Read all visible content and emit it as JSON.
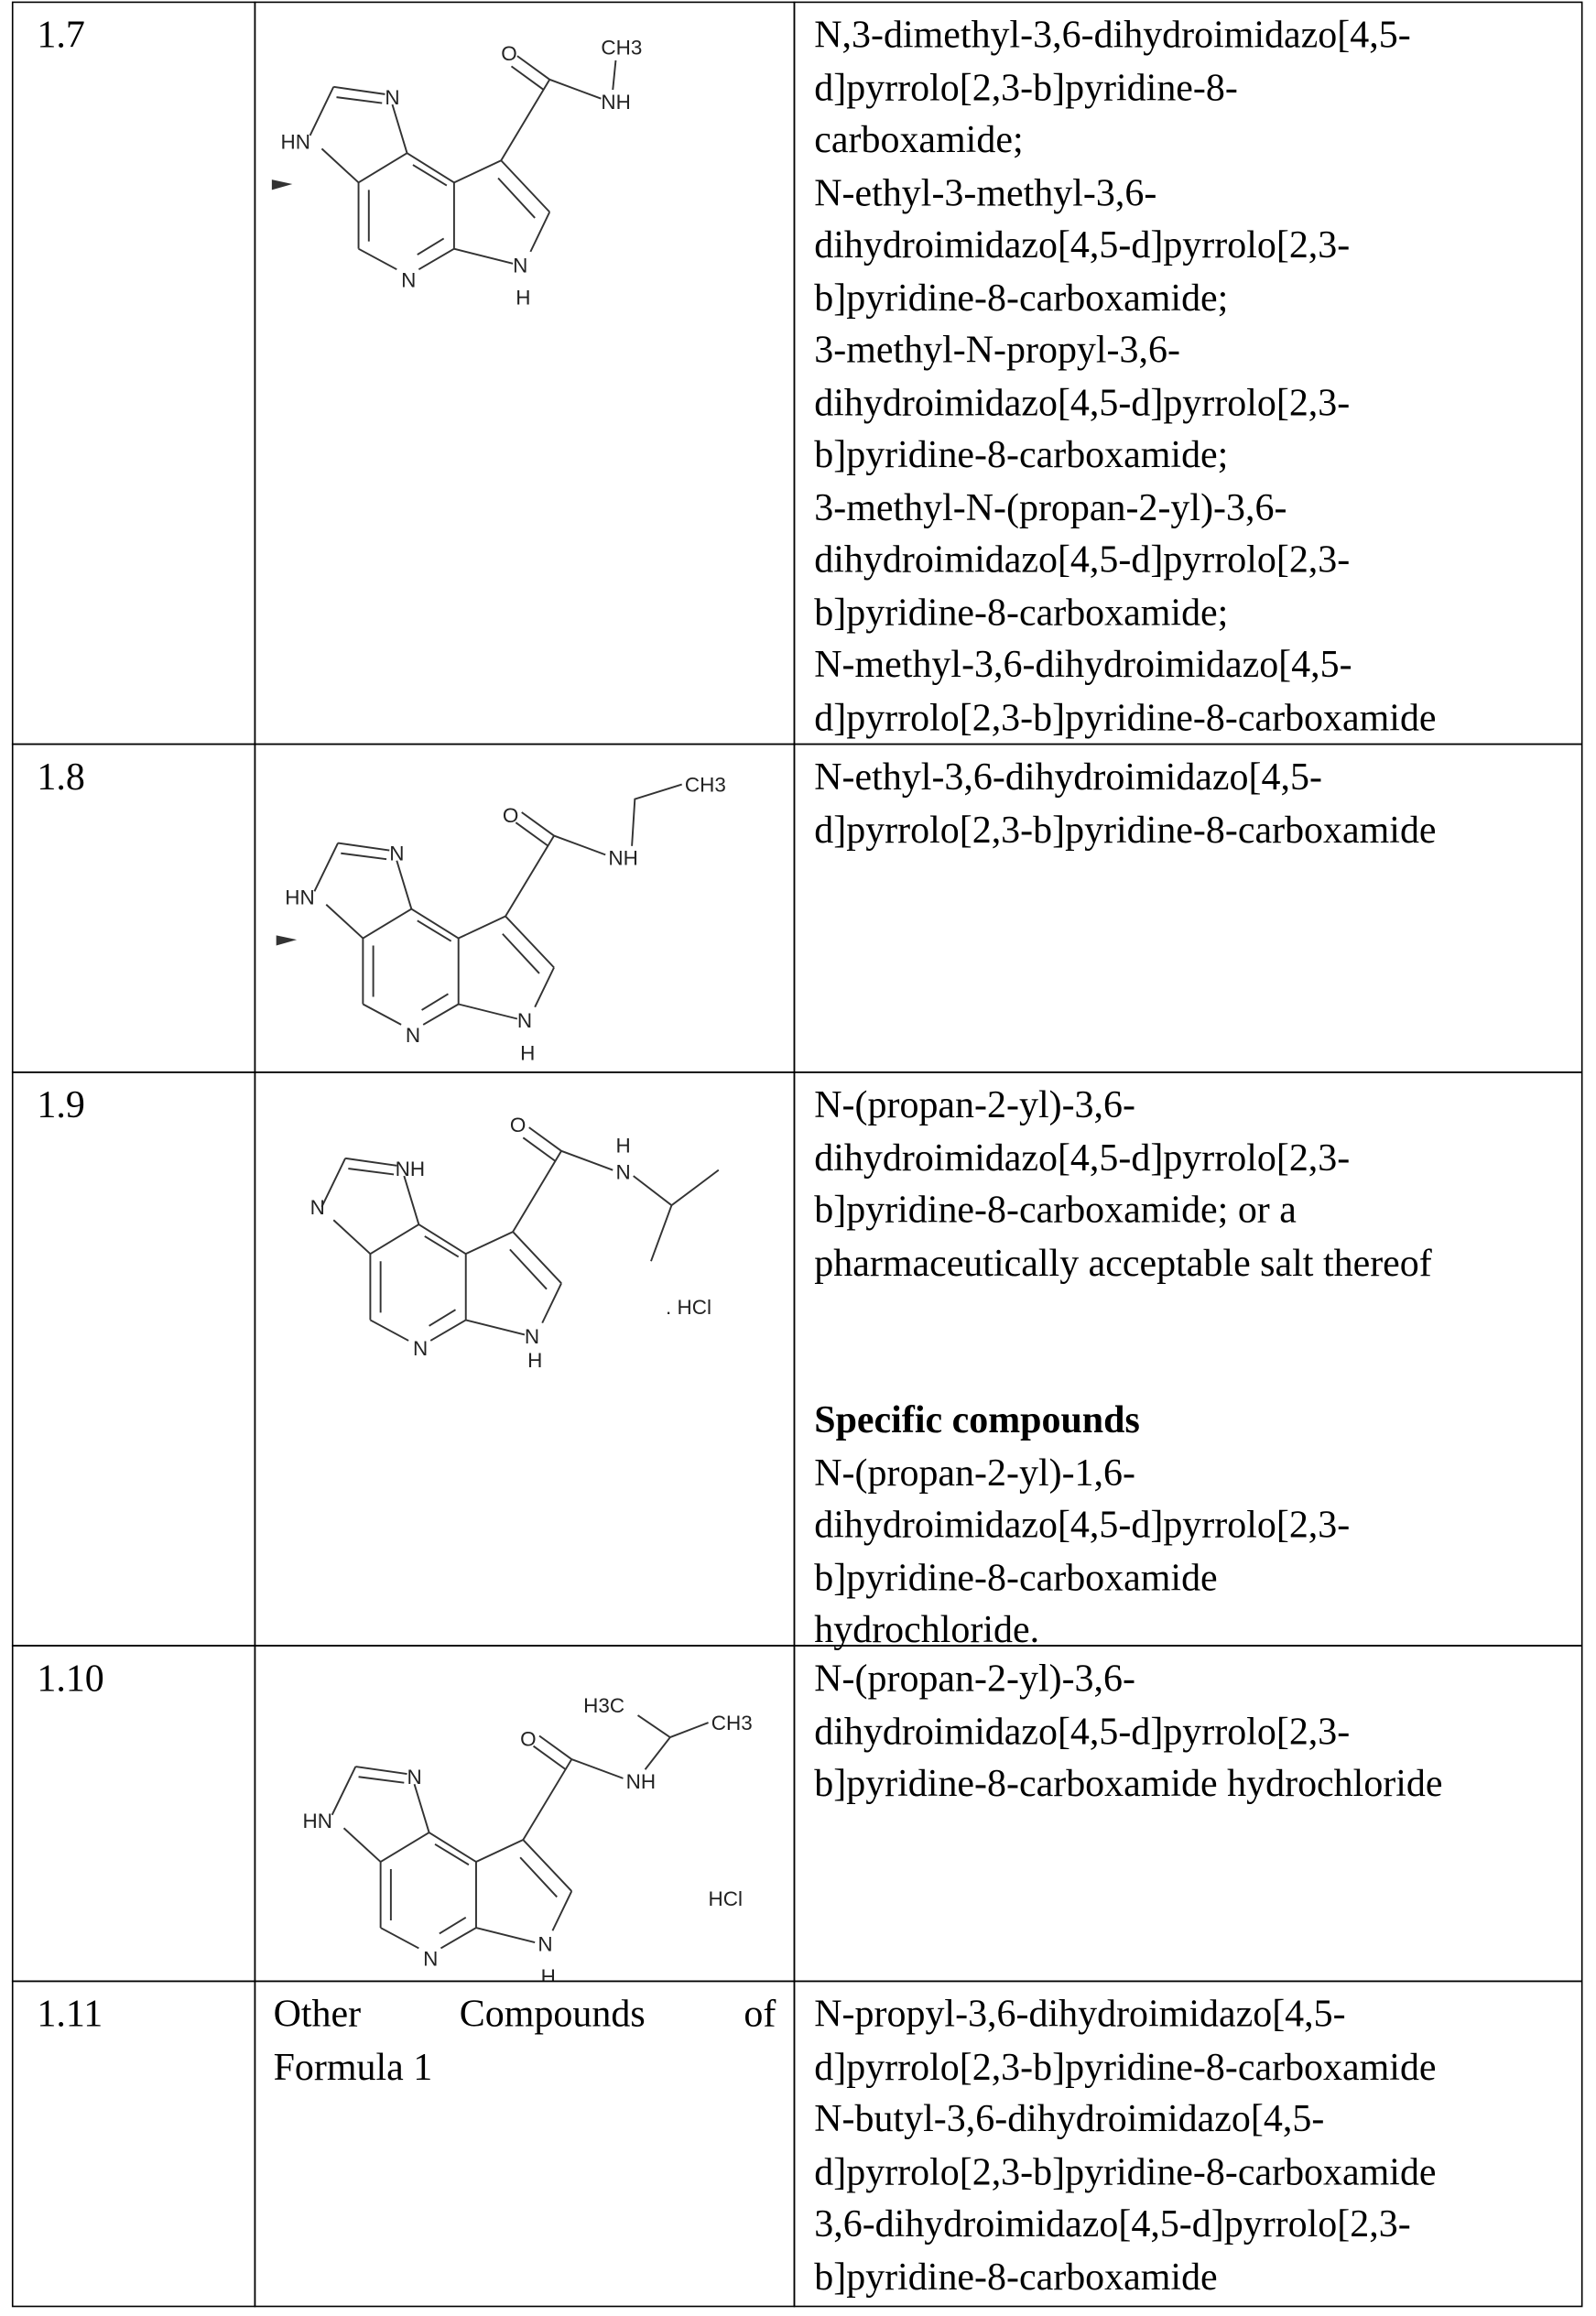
{
  "rows": [
    {
      "id": "1.7",
      "structure": {
        "hn": "HN",
        "n_imid": "N",
        "n_pyr": "N",
        "n_pyrrole": "N",
        "h_pyrrole": "H",
        "o": "O",
        "nh": "NH",
        "ch3": "CH3"
      },
      "names": [
        {
          "text": "N,3-dimethyl-3,6-dihydroimidazo[4,5-"
        },
        {
          "text": "d]pyrrolo[2,3-b]pyridine-8-"
        },
        {
          "text": "carboxamide;"
        },
        {
          "text": "N-ethyl-3-methyl-3,6-"
        },
        {
          "text": "dihydroimidazo[4,5-d]pyrrolo[2,3-"
        },
        {
          "text": "b]pyridine-8-carboxamide;"
        },
        {
          "text": "3-methyl-N-propyl-3,6-"
        },
        {
          "text": "dihydroimidazo[4,5-d]pyrrolo[2,3-"
        },
        {
          "text": "b]pyridine-8-carboxamide;"
        },
        {
          "text": "3-methyl-N-(propan-2-yl)-3,6-"
        },
        {
          "text": "dihydroimidazo[4,5-d]pyrrolo[2,3-"
        },
        {
          "text": "b]pyridine-8-carboxamide;"
        },
        {
          "text": "N-methyl-3,6-dihydroimidazo[4,5-"
        },
        {
          "text": "d]pyrrolo[2,3-b]pyridine-8-carboxamide"
        }
      ]
    },
    {
      "id": "1.8",
      "structure": {
        "hn": "HN",
        "n_imid": "N",
        "n_pyr": "N",
        "n_pyrrole": "N",
        "h_pyrrole": "H",
        "o": "O",
        "nh": "NH",
        "ch3": "CH3"
      },
      "names": [
        {
          "text": "N-ethyl-3,6-dihydroimidazo[4,5-"
        },
        {
          "text": "d]pyrrolo[2,3-b]pyridine-8-carboxamide"
        }
      ]
    },
    {
      "id": "1.9",
      "structure": {
        "n_left": "N",
        "nh_top": "NH",
        "n_pyr": "N",
        "n_pyrrole": "N",
        "h_pyrrole": "H",
        "o": "O",
        "n_amide": "N",
        "h_amide": "H",
        "salt": ". HCl"
      },
      "names": [
        {
          "text": "N-(propan-2-yl)-3,6-"
        },
        {
          "text": "dihydroimidazo[4,5-d]pyrrolo[2,3-"
        },
        {
          "text": "b]pyridine-8-carboxamide; or a"
        },
        {
          "text": "pharmaceutically acceptable salt thereof"
        },
        {
          "text": ""
        },
        {
          "text": ""
        },
        {
          "text": "Specific compounds",
          "bold": true
        },
        {
          "text": "N-(propan-2-yl)-1,6-"
        },
        {
          "text": "dihydroimidazo[4,5-d]pyrrolo[2,3-"
        },
        {
          "text": "b]pyridine-8-carboxamide"
        },
        {
          "text": "hydrochloride."
        }
      ]
    },
    {
      "id": "1.10",
      "structure": {
        "hn": "HN",
        "n_imid": "N",
        "n_pyr": "N",
        "n_pyrrole": "N",
        "h_pyrrole": "H",
        "o": "O",
        "nh": "NH",
        "h3c": "H3C",
        "ch3": "CH3",
        "salt": "HCl"
      },
      "names": [
        {
          "text": "N-(propan-2-yl)-3,6-"
        },
        {
          "text": "dihydroimidazo[4,5-d]pyrrolo[2,3-"
        },
        {
          "text": "b]pyridine-8-carboxamide hydrochloride"
        }
      ]
    },
    {
      "id": "1.11",
      "description": [
        "Other Compounds of",
        "Formula 1"
      ],
      "names": [
        {
          "text": "N-propyl-3,6-dihydroimidazo[4,5-"
        },
        {
          "text": "d]pyrrolo[2,3-b]pyridine-8-carboxamide"
        },
        {
          "text": "N-butyl-3,6-dihydroimidazo[4,5-"
        },
        {
          "text": "d]pyrrolo[2,3-b]pyridine-8-carboxamide"
        },
        {
          "text": "3,6-dihydroimidazo[4,5-d]pyrrolo[2,3-"
        },
        {
          "text": "b]pyridine-8-carboxamide"
        }
      ]
    }
  ]
}
